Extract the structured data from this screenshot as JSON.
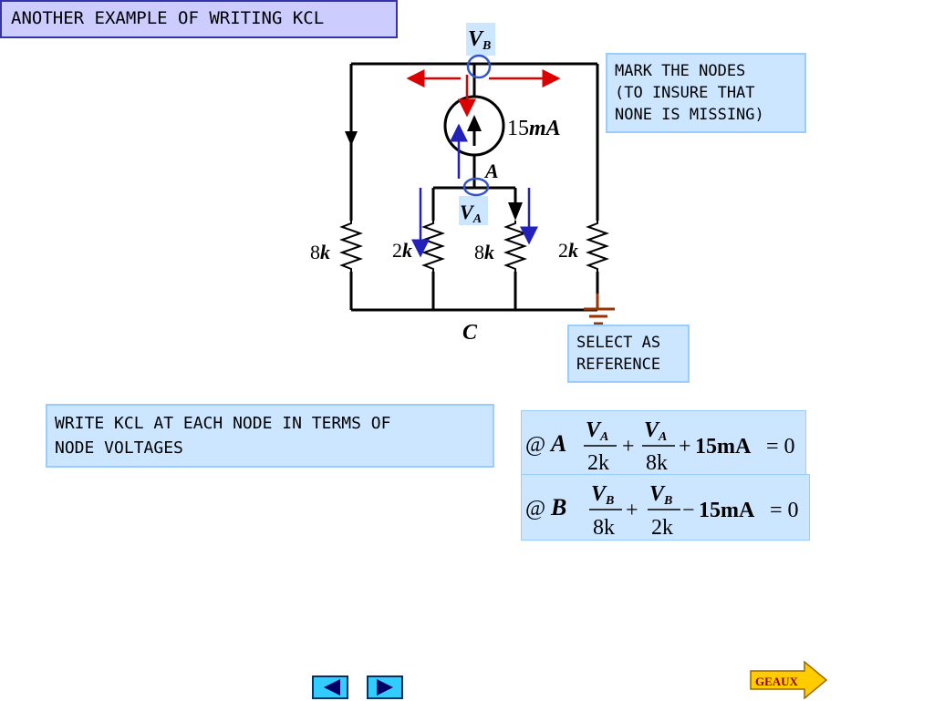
{
  "slide": {
    "title": "ANOTHER EXAMPLE OF WRITING KCL"
  },
  "notes": {
    "mark_nodes": "MARK THE NODES\n(TO INSURE THAT\nNONE IS MISSING)",
    "select_reference": "SELECT AS\nREFERENCE",
    "write_kcl": "WRITE KCL AT EACH NODE IN TERMS OF\nNODE VOLTAGES"
  },
  "circuit": {
    "source_label": "15mA",
    "source_value": "15",
    "source_unit": "mA",
    "node_a": "A",
    "node_c": "C",
    "node_b_voltage": "V",
    "node_b_sub": "B",
    "node_a_voltage": "V",
    "node_a_sub": "A",
    "resistors": [
      {
        "value": "8",
        "unit": "k"
      },
      {
        "value": "2",
        "unit": "k"
      },
      {
        "value": "8",
        "unit": "k"
      },
      {
        "value": "2",
        "unit": "k"
      }
    ],
    "colors": {
      "wire": "#000000",
      "current_arrow_red": "#dd0000",
      "current_arrow_blue": "#2222bb",
      "node_marker": "#3355cc",
      "ground": "#993300"
    }
  },
  "equations": {
    "node_a": {
      "at": "@",
      "node": "A",
      "term1_num": "V",
      "term1_num_sub": "A",
      "term1_den": "2k",
      "term2_num": "V",
      "term2_num_sub": "A",
      "term2_den": "8k",
      "op1": "+",
      "op2": "+",
      "source": "15mA",
      "equals": "= 0"
    },
    "node_b": {
      "at": "@",
      "node": "B",
      "term1_num": "V",
      "term1_num_sub": "B",
      "term1_den": "8k",
      "term2_num": "V",
      "term2_num_sub": "B",
      "term2_den": "2k",
      "op1": "+",
      "op2": "−",
      "source": "15mA",
      "equals": "= 0"
    }
  },
  "navigation": {
    "prev_icon": "triangle-left-icon",
    "next_icon": "triangle-right-icon",
    "geaux_label": "GEAUX",
    "geaux_color": "#ffcc00",
    "geaux_text_color": "#990000"
  }
}
